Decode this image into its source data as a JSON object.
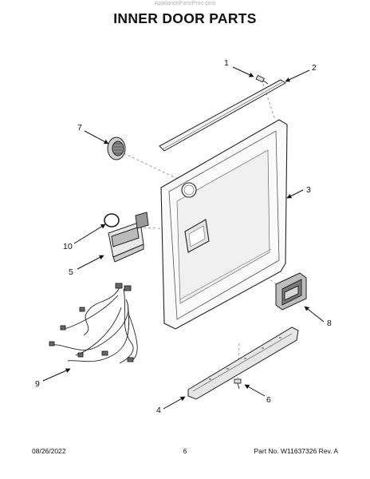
{
  "watermark": "AppliancePartsPros.com",
  "title": "INNER DOOR PARTS",
  "callouts": [
    "1",
    "2",
    "3",
    "4",
    "5",
    "6",
    "7",
    "8",
    "9",
    "10"
  ],
  "footer": {
    "date": "08/26/2022",
    "page": "6",
    "part_number": "Part No. W11637326  Rev. A"
  }
}
